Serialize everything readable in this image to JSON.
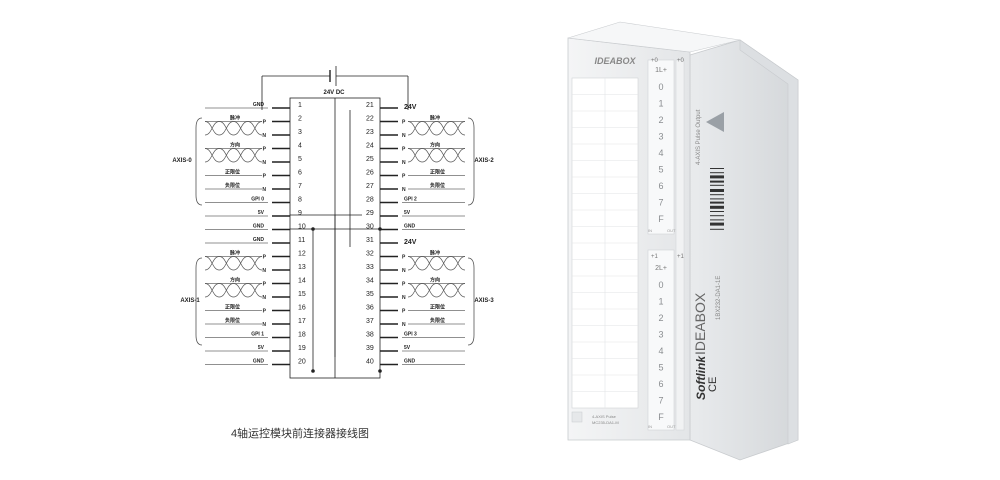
{
  "diagram": {
    "power_label": "24V DC",
    "caption": "4轴运控模块前连接器接线图",
    "left_pins": [
      {
        "num": "1",
        "pol": "",
        "label": "GND"
      },
      {
        "num": "2",
        "pol": "P",
        "label": "脉冲"
      },
      {
        "num": "3",
        "pol": "N",
        "label": ""
      },
      {
        "num": "4",
        "pol": "P",
        "label": "方向"
      },
      {
        "num": "5",
        "pol": "N",
        "label": ""
      },
      {
        "num": "6",
        "pol": "P",
        "label": "正限位"
      },
      {
        "num": "7",
        "pol": "N",
        "label": "负限位"
      },
      {
        "num": "8",
        "pol": "",
        "label": "GPI 0"
      },
      {
        "num": "9",
        "pol": "",
        "label": "5V"
      },
      {
        "num": "10",
        "pol": "",
        "label": "GND"
      },
      {
        "num": "11",
        "pol": "",
        "label": "GND"
      },
      {
        "num": "12",
        "pol": "P",
        "label": "脉冲"
      },
      {
        "num": "13",
        "pol": "N",
        "label": ""
      },
      {
        "num": "14",
        "pol": "P",
        "label": "方向"
      },
      {
        "num": "15",
        "pol": "N",
        "label": ""
      },
      {
        "num": "16",
        "pol": "P",
        "label": "正限位"
      },
      {
        "num": "17",
        "pol": "N",
        "label": "负限位"
      },
      {
        "num": "18",
        "pol": "",
        "label": "GPI 1"
      },
      {
        "num": "19",
        "pol": "",
        "label": "5V"
      },
      {
        "num": "20",
        "pol": "",
        "label": "GND"
      }
    ],
    "right_pins": [
      {
        "num": "21",
        "pol": "",
        "label": "24V"
      },
      {
        "num": "22",
        "pol": "P",
        "label": "脉冲"
      },
      {
        "num": "23",
        "pol": "N",
        "label": ""
      },
      {
        "num": "24",
        "pol": "P",
        "label": "方向"
      },
      {
        "num": "25",
        "pol": "N",
        "label": ""
      },
      {
        "num": "26",
        "pol": "P",
        "label": "正限位"
      },
      {
        "num": "27",
        "pol": "N",
        "label": "负限位"
      },
      {
        "num": "28",
        "pol": "",
        "label": "GPI 2"
      },
      {
        "num": "29",
        "pol": "",
        "label": "5V"
      },
      {
        "num": "30",
        "pol": "",
        "label": "GND"
      },
      {
        "num": "31",
        "pol": "",
        "label": "24V"
      },
      {
        "num": "32",
        "pol": "P",
        "label": "脉冲"
      },
      {
        "num": "33",
        "pol": "N",
        "label": ""
      },
      {
        "num": "34",
        "pol": "P",
        "label": "方向"
      },
      {
        "num": "35",
        "pol": "N",
        "label": ""
      },
      {
        "num": "36",
        "pol": "P",
        "label": "正限位"
      },
      {
        "num": "37",
        "pol": "N",
        "label": "负限位"
      },
      {
        "num": "38",
        "pol": "",
        "label": "GPI 3"
      },
      {
        "num": "39",
        "pol": "",
        "label": "5V"
      },
      {
        "num": "40",
        "pol": "",
        "label": "GND"
      }
    ],
    "axis_labels": [
      "AXIS-0",
      "AXIS-1",
      "AXIS-2",
      "AXIS-3"
    ]
  },
  "module": {
    "brand": "IDEABOX",
    "group1_header": "1L+",
    "group2_header": "2L+",
    "group1_top_left": "+0",
    "group1_top_right": "+0",
    "group2_top_left": "+1",
    "group2_top_right": "+1",
    "io_labels_1": [
      "0",
      "1",
      "2",
      "3",
      "4",
      "5",
      "6",
      "7",
      "F"
    ],
    "io_labels_2": [
      "0",
      "1",
      "2",
      "3",
      "4",
      "5",
      "6",
      "7",
      "F"
    ],
    "in_label": "IN",
    "out_label": "OUT",
    "side_title": "4-AXIS Pulse Output",
    "side_brand": "IDEABOX",
    "side_maker": "Softlink",
    "side_ce": "CE",
    "side_code": "1BX232-DA1-1E",
    "bottom_name": "4-AXIS Pulse",
    "bottom_code": "MC235-DA1-M",
    "colors": {
      "body": "#eef0f2",
      "accent": "#a7a9ac"
    }
  }
}
